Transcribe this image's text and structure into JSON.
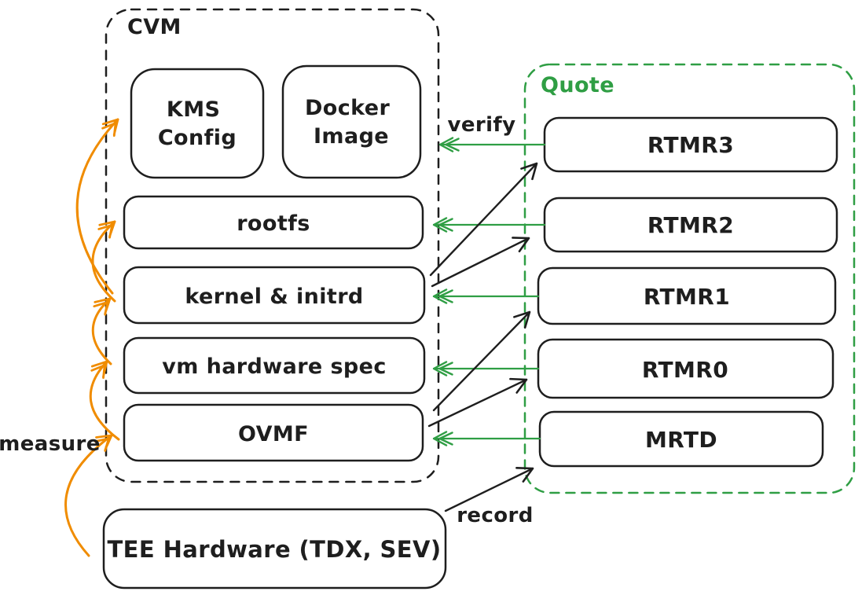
{
  "colors": {
    "ink": "#1e1e1e",
    "verify_green": "#2f9e44",
    "measure_orange": "#f08c00",
    "background": "#ffffff"
  },
  "cvm": {
    "title": "CVM",
    "kms_config": {
      "line1": "KMS",
      "line2": "Config"
    },
    "docker_image": {
      "line1": "Docker",
      "line2": "Image"
    },
    "rootfs": "rootfs",
    "kernel_initrd": "kernel & initrd",
    "vm_hardware_spec": "vm hardware spec",
    "ovmf": "OVMF"
  },
  "quote": {
    "title": "Quote",
    "registers": [
      "RTMR3",
      "RTMR2",
      "RTMR1",
      "RTMR0",
      "MRTD"
    ]
  },
  "tee_hardware": {
    "label": "TEE Hardware (TDX, SEV)"
  },
  "labels": {
    "verify": "verify",
    "record": "record",
    "measure": "measure"
  },
  "relations": {
    "verify": [
      {
        "from": "RTMR3",
        "to": "CVM"
      },
      {
        "from": "RTMR2",
        "to": "rootfs"
      },
      {
        "from": "RTMR1",
        "to": "kernel & initrd"
      },
      {
        "from": "RTMR0",
        "to": "vm hardware spec"
      },
      {
        "from": "MRTD",
        "to": "OVMF"
      }
    ],
    "record": [
      {
        "from": "kernel & initrd",
        "to": "RTMR3"
      },
      {
        "from": "kernel & initrd",
        "to": "RTMR2"
      },
      {
        "from": "OVMF",
        "to": "RTMR1"
      },
      {
        "from": "OVMF",
        "to": "RTMR0"
      },
      {
        "from": "TEE Hardware (TDX, SEV)",
        "to": "MRTD"
      }
    ],
    "measure": [
      {
        "from": "TEE Hardware (TDX, SEV)",
        "to": "OVMF"
      },
      {
        "from": "OVMF",
        "to": "vm hardware spec"
      },
      {
        "from": "vm hardware spec",
        "to": "kernel & initrd"
      },
      {
        "from": "kernel & initrd",
        "to": "rootfs"
      },
      {
        "from": "rootfs",
        "to": "KMS Config"
      }
    ]
  }
}
